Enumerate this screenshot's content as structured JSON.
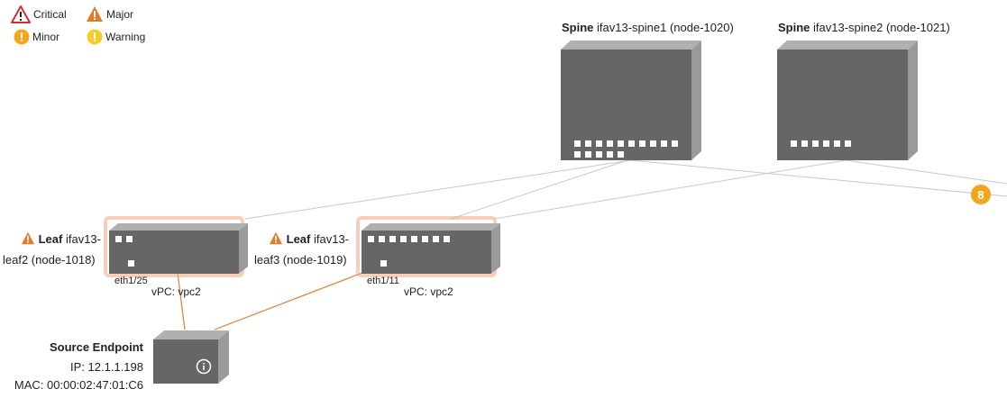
{
  "legend": {
    "critical": "Critical",
    "major": "Major",
    "minor": "Minor",
    "warning": "Warning"
  },
  "spines": [
    {
      "type": "Spine",
      "name": "ifav13-spine1 (node-1020)"
    },
    {
      "type": "Spine",
      "name": "ifav13-spine2 (node-1021)"
    }
  ],
  "leaves": [
    {
      "type": "Leaf",
      "name_line1": "ifav13-",
      "name_line2": "leaf2 (node-1018)",
      "port": "eth1/25",
      "vpc": "vPC: vpc2",
      "alert": "major"
    },
    {
      "type": "Leaf",
      "name_line1": "ifav13-",
      "name_line2": "leaf3 (node-1019)",
      "port": "eth1/11",
      "vpc": "vPC: vpc2",
      "alert": "major"
    }
  ],
  "fault_badge": "8",
  "endpoint": {
    "title": "Source Endpoint",
    "ip": "IP: 12.1.1.198",
    "mac": "MAC: 00:00:02:47:01:C6"
  },
  "colors": {
    "device_front": "#666666",
    "device_side": "#9a9a9a",
    "fabric_link": "#c8c8c8",
    "endpoint_link": "#d9823a",
    "critical": "#d32f2f",
    "major": "#e07b28",
    "minor": "#f4a51c",
    "warning": "#f7cc2a",
    "leaf_glow": "#f3a480"
  }
}
